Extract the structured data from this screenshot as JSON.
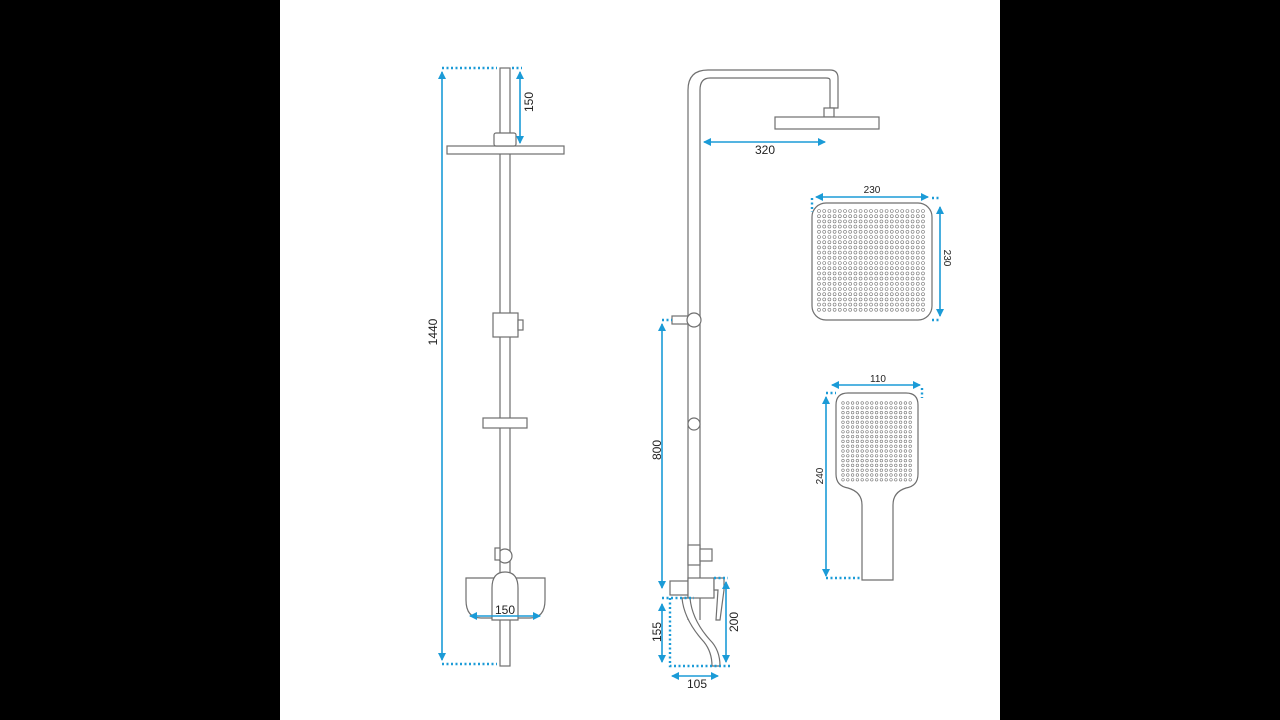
{
  "colors": {
    "dimension": "#1b9bd7",
    "outline": "#6f6f6f",
    "background": "#ffffff",
    "margin": "#000000"
  },
  "side_view": {
    "total_height": "1440",
    "top_to_head": "150",
    "mixer_width": "150"
  },
  "front_view": {
    "arm_reach": "320",
    "holder_height": "800",
    "spout_height": "155",
    "mixer_height": "200",
    "spout_reach": "105"
  },
  "overhead_shower": {
    "width": "230",
    "depth": "230"
  },
  "hand_shower": {
    "width": "110",
    "length": "240"
  }
}
